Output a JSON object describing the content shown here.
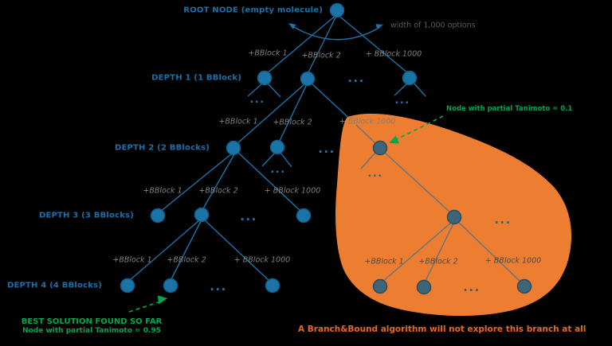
{
  "root": {
    "label": "ROOT NODE (empty molecule)"
  },
  "width_annotation": {
    "label": "width of 1,000 options"
  },
  "depth_labels": {
    "d1": "DEPTH 1 (1 BBlock)",
    "d2": "DEPTH 2 (2 BBlocks)",
    "d3": "DEPTH 3 (3 BBlocks)",
    "d4": "DEPTH 4 (4 BBlocks)"
  },
  "edge_labels": {
    "bblock1": "+BBlock 1",
    "bblock2": "+BBlock 2",
    "bblock1000": "+ BBlock 1000"
  },
  "ellipsis": "...",
  "green_annotations": {
    "pruned_node": "Node with partial Tanimoto = 0.1",
    "best_title": "BEST SOLUTION FOUND SO FAR",
    "best_subtitle": "Node with partial Tanimoto = 0.95"
  },
  "pruning_note": "A Branch&Bound algorithm will not explore this branch at all",
  "colors": {
    "background": "#000000",
    "node_blue": "#1b74a8",
    "node_teal": "#3d6577",
    "edge_blue": "#1b74a8",
    "edge_muted": "#5d7684",
    "blob_orange": "#ed7d31",
    "text_blue": "#1d6fa8",
    "text_gray": "#7f7f7f",
    "text_green": "#00a650",
    "text_orange": "#e8671a"
  }
}
